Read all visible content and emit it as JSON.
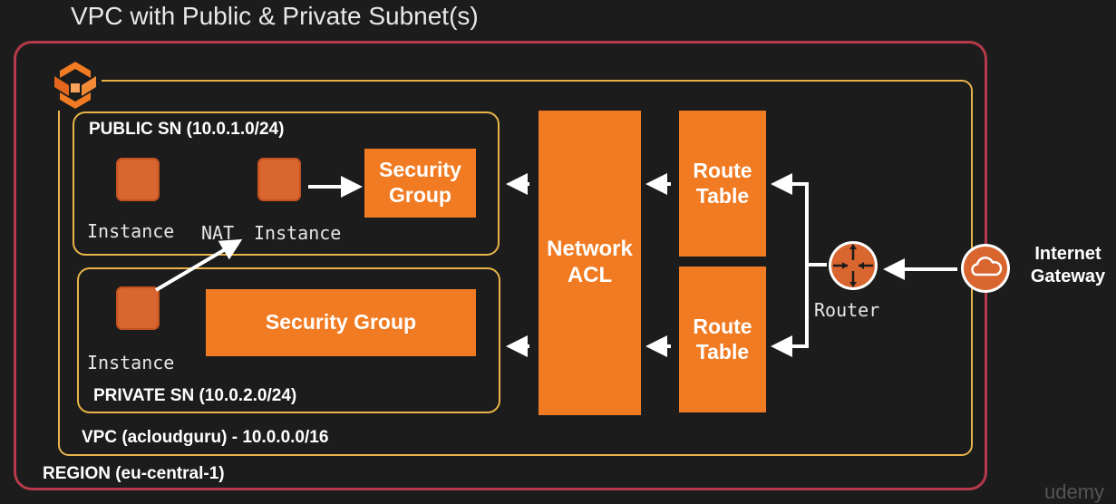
{
  "title": "VPC with Public & Private Subnet(s)",
  "region": {
    "label": "REGION (eu-central-1)"
  },
  "vpc": {
    "label": "VPC (acloudguru) - 10.0.0.0/16"
  },
  "public_subnet": {
    "label": "PUBLIC SN (10.0.1.0/24)",
    "instance_label": "Instance",
    "nat_label": "NAT",
    "nat_instance_label": "Instance",
    "security_group": "Security\nGroup"
  },
  "private_subnet": {
    "label": "PRIVATE SN (10.0.2.0/24)",
    "instance_label": "Instance",
    "security_group": "Security Group"
  },
  "network_acl": "Network\nACL",
  "route_table_1": "Route\nTable",
  "route_table_2": "Route\nTable",
  "router_label": "Router",
  "internet_gateway": "Internet\nGateway",
  "watermark": "udemy",
  "colors": {
    "background": "#1c1c1c",
    "region_border": "#b53a4a",
    "vpc_border": "#e8b44a",
    "component_fill": "#f07b22",
    "instance_fill": "#d9652f"
  },
  "icons": [
    "vpc-icon",
    "router-icon",
    "cloud-icon",
    "arrow-icon"
  ]
}
